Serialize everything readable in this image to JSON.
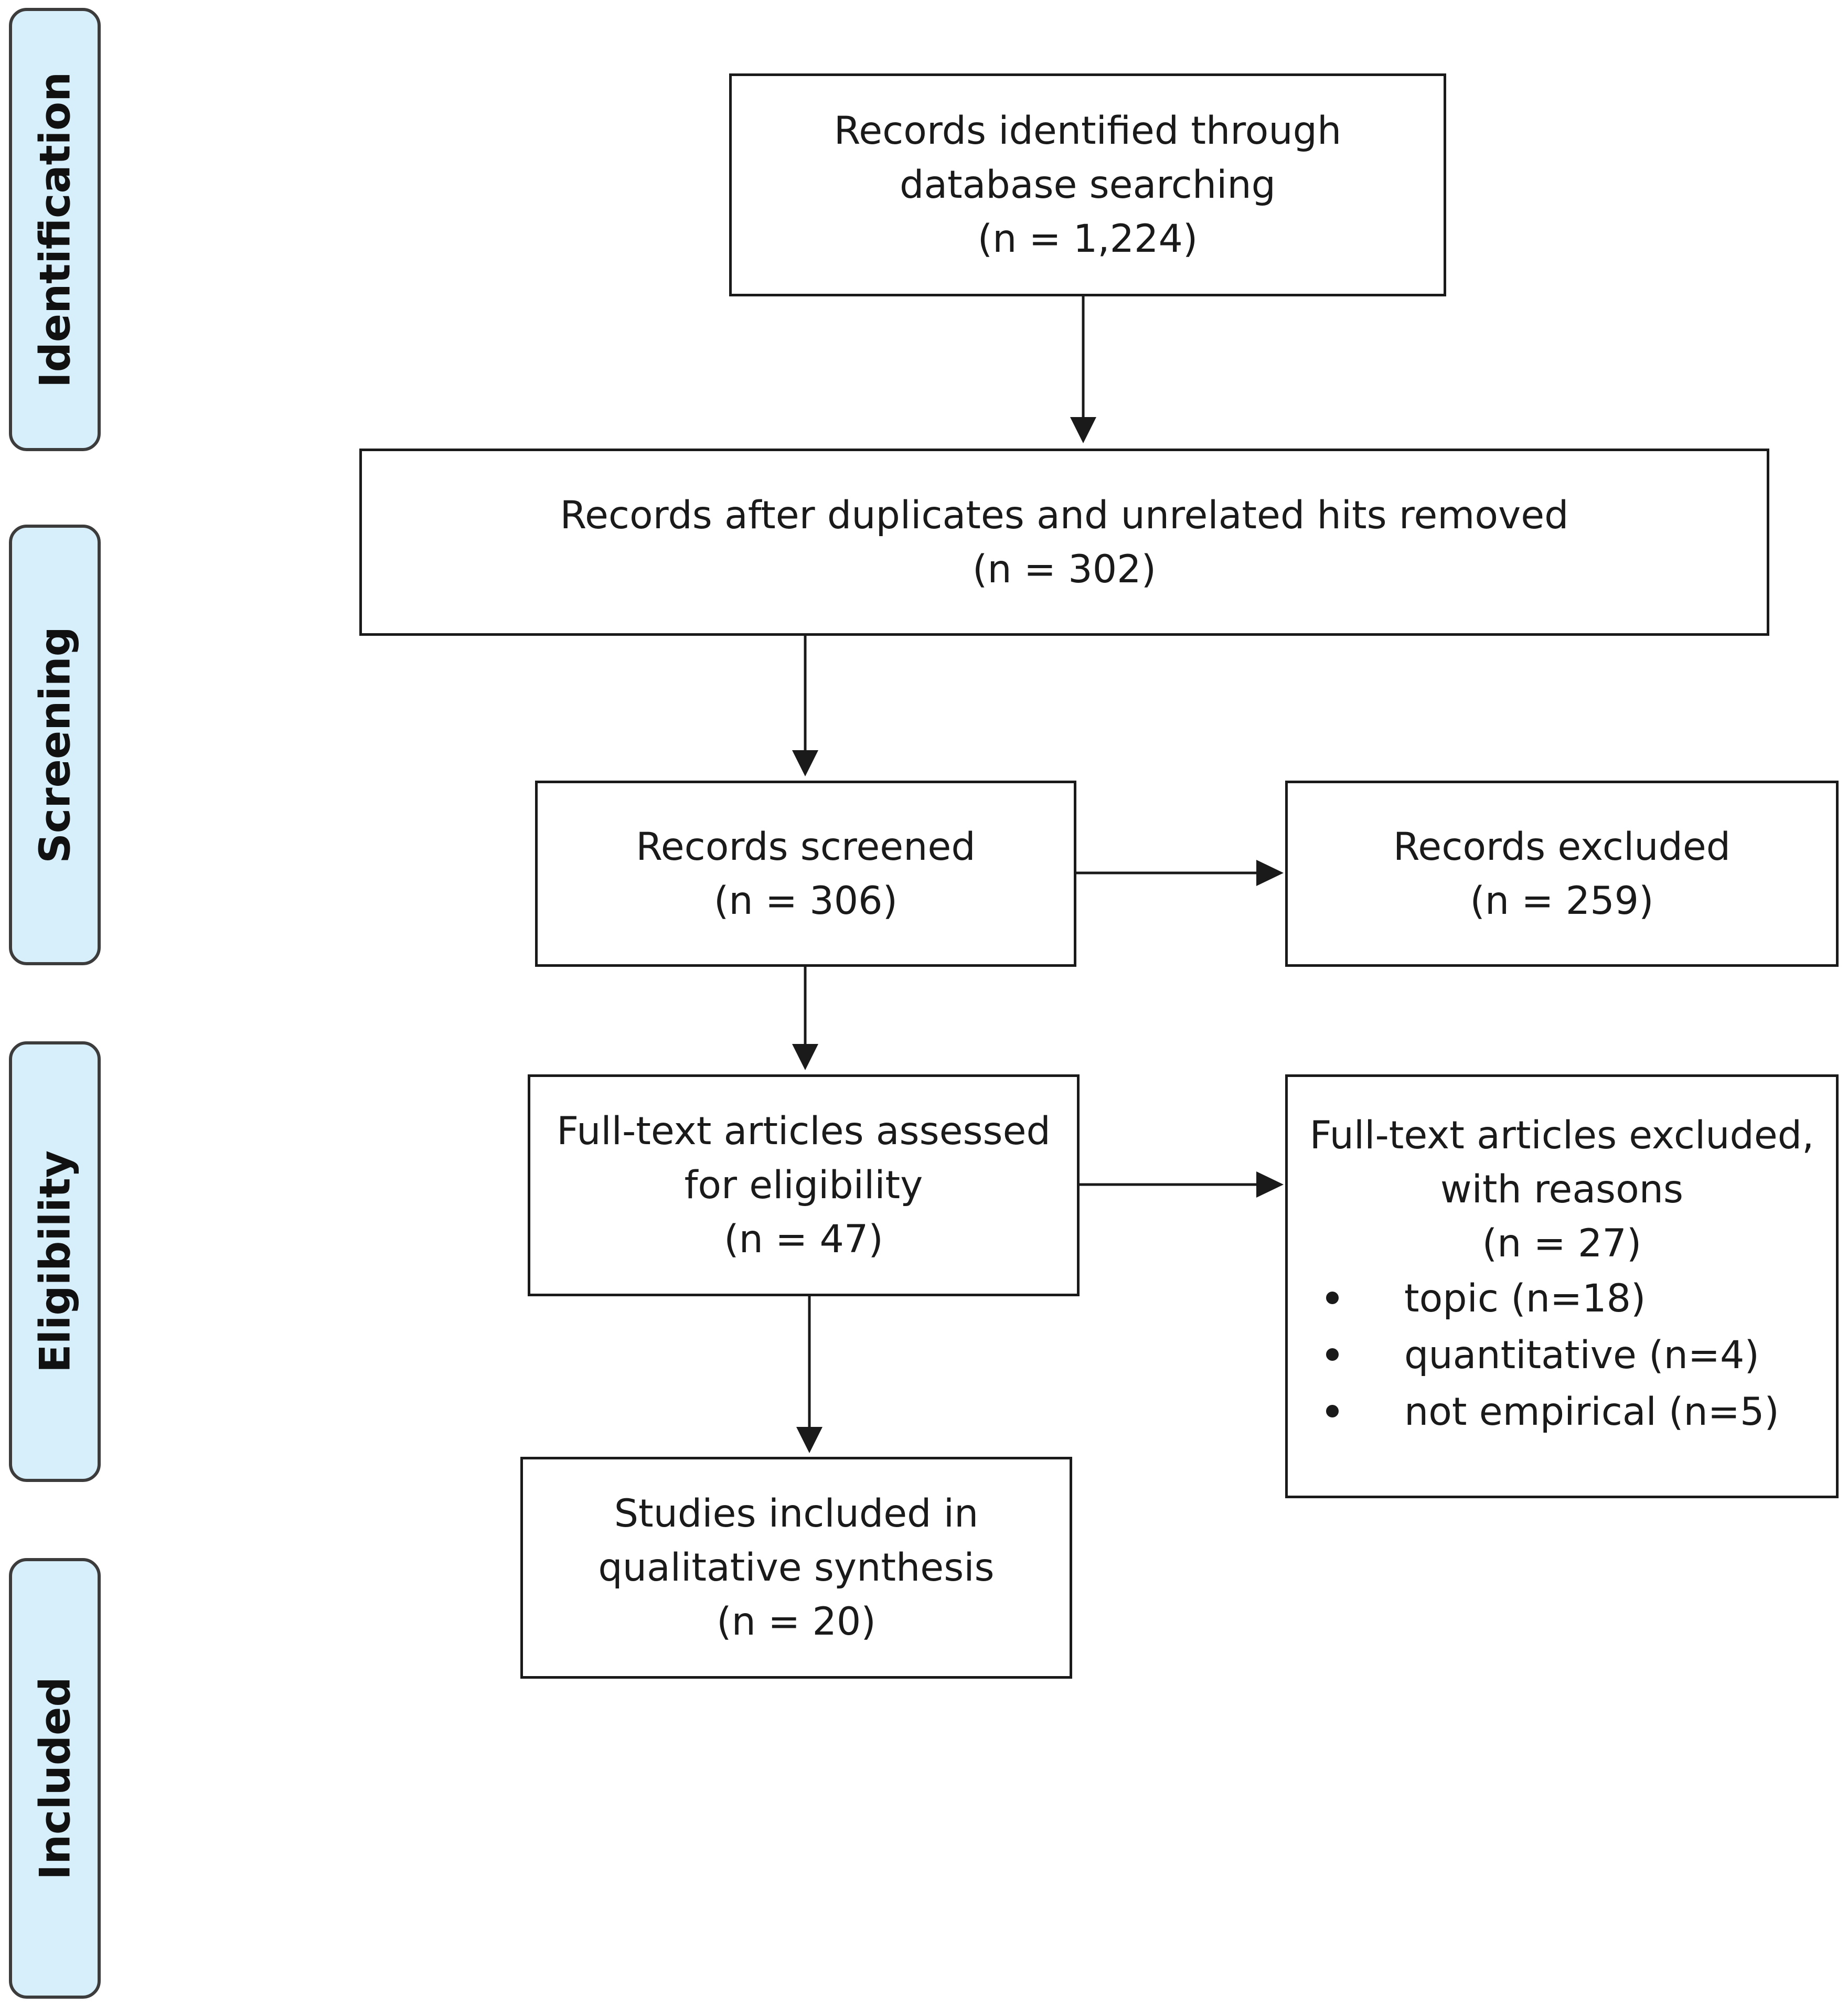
{
  "stages": [
    {
      "label": "Identification"
    },
    {
      "label": "Screening"
    },
    {
      "label": "Eligibility"
    },
    {
      "label": "Included"
    }
  ],
  "boxes": {
    "identified": {
      "line1": "Records identified through",
      "line2": "database searching",
      "count": "(n = 1,224)"
    },
    "deduplicated": {
      "line1": "Records after duplicates and unrelated hits removed",
      "count": "(n = 302)"
    },
    "screened": {
      "line1": "Records screened",
      "count": "(n = 306)"
    },
    "excluded": {
      "line1": "Records excluded",
      "count": "(n = 259)"
    },
    "fulltext": {
      "line1": "Full-text articles assessed",
      "line2": "for eligibility",
      "count": "(n = 47)"
    },
    "fulltext_excluded": {
      "line1": "Full-text articles excluded,",
      "line2": "with reasons",
      "count": "(n = 27)",
      "reasons": [
        "topic (n=18)",
        "quantitative (n=4)",
        "not empirical (n=5)"
      ]
    },
    "included": {
      "line1": "Studies included in",
      "line2": "qualitative synthesis",
      "count": "(n = 20)"
    }
  }
}
